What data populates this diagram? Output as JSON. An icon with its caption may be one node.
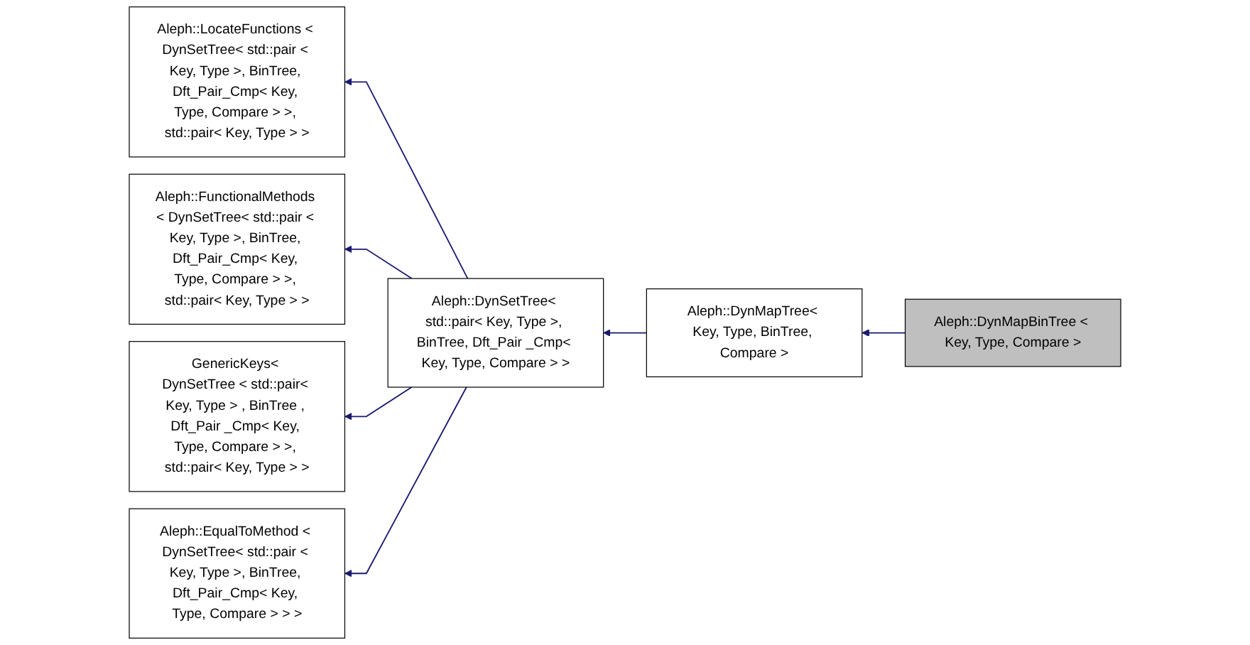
{
  "diagram": {
    "nodes": [
      {
        "text": [
          "Aleph::LocateFunctions < DynSetTree< std::pair < Key, Type >, BinTree, Dft_Pair_Cmp< Key, Type, Compare > >, std::pair< Key, Type > >"
        ]
      },
      {
        "text": [
          "Aleph::FunctionalMethods < DynSetTree< std::pair < Key, Type >, BinTree, Dft_Pair_Cmp< Key, Type, Compare > >, std::pair< Key, Type > >"
        ]
      },
      {
        "text": [
          "GenericKeys< DynSetTree < std::pair< Key, Type > , BinTree , Dft_Pair _Cmp< Key, Type, Compare > >, std::pair< Key, Type > >"
        ]
      },
      {
        "text": [
          "Aleph::EqualToMethod < DynSetTree< std::pair < Key, Type >, BinTree, Dft_Pair_Cmp< Key, Type, Compare > > >"
        ]
      },
      {
        "text": [
          "Aleph::DynSetTree< std::pair< Key, Type >, BinTree, Dft_Pair _Cmp< Key, Type, Compare > >"
        ]
      },
      {
        "text": [
          "Aleph::DynMapTree< Key, Type, BinTree, Compare >"
        ]
      },
      {
        "text": [
          "Aleph::DynMapBinTree < Key, Type, Compare >"
        ]
      }
    ],
    "edges": [
      {
        "from": 4,
        "to": 0,
        "arrow": "to"
      },
      {
        "from": 4,
        "to": 1,
        "arrow": "to"
      },
      {
        "from": 4,
        "to": 2,
        "arrow": "to"
      },
      {
        "from": 4,
        "to": 3,
        "arrow": "to"
      },
      {
        "from": 5,
        "to": 4,
        "arrow": "to"
      },
      {
        "from": 6,
        "to": 5,
        "arrow": "to"
      }
    ]
  }
}
